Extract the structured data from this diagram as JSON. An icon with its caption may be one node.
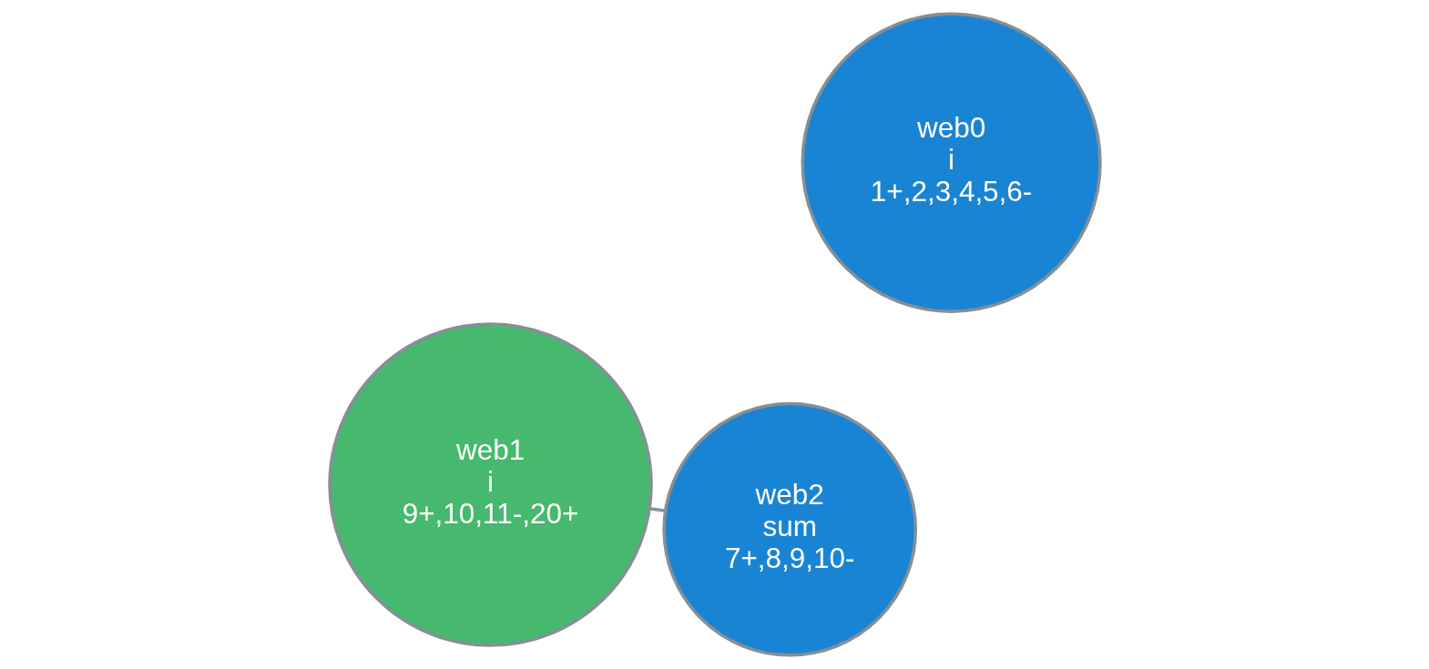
{
  "diagram": {
    "nodes": [
      {
        "text": [
          "web0",
          "i",
          "1+,2,3,4,5,6-"
        ]
      },
      {
        "text": [
          "web1",
          "i",
          "9+,10,11-,20+"
        ]
      },
      {
        "text": [
          "web2",
          "sum",
          "7+,8,9,10-"
        ]
      }
    ],
    "edges": [
      {
        "from": 1,
        "to": 2,
        "arrow": "none"
      }
    ]
  }
}
